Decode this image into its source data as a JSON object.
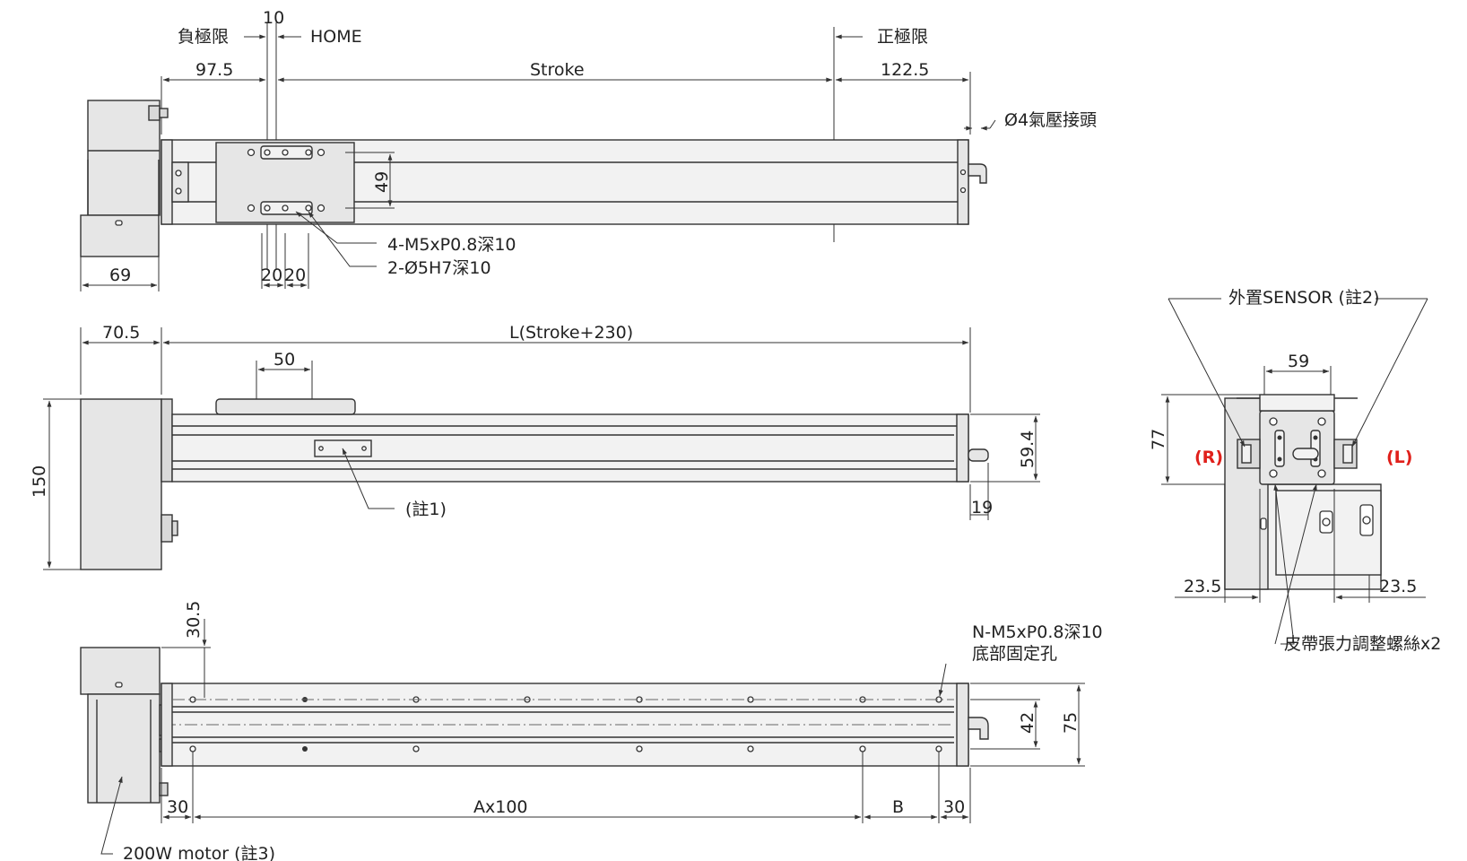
{
  "top_view": {
    "neg_limit": "負極限",
    "pos_limit": "正極限",
    "home": "HOME",
    "home_offset": "10",
    "left_travel": "97.5",
    "stroke": "Stroke",
    "right_travel": "122.5",
    "air_fitting": "Ø4氣壓接頭",
    "pitch_height": "49",
    "tap_note": "4-M5xP0.8深10",
    "pin_note": "2-Ø5H7深10",
    "hole_pitch_a": "20",
    "hole_pitch_b": "20",
    "motor_width": "69"
  },
  "side_view": {
    "motor_length": "70.5",
    "overall_length": "L(Stroke+230)",
    "carriage_width": "50",
    "height": "150",
    "body_height": "59.4",
    "end_offset": "19",
    "note1": "(註1)"
  },
  "bottom_view": {
    "offset_top": "30.5",
    "hole_note_1": "N-M5xP0.8深10",
    "hole_note_2": "底部固定孔",
    "rail_pitch": "42",
    "width": "75",
    "left_end": "30",
    "pitch": "Ax100",
    "b_len": "B",
    "right_end": "30",
    "motor_note": "200W motor (註3)"
  },
  "end_view": {
    "sensor_note": "外置SENSOR (註2)",
    "width": "59",
    "height": "77",
    "right_mark": "(R)",
    "left_mark": "(L)",
    "offset_left": "23.5",
    "offset_right": "23.5",
    "belt_note": "皮帶張力調整螺絲x2"
  }
}
